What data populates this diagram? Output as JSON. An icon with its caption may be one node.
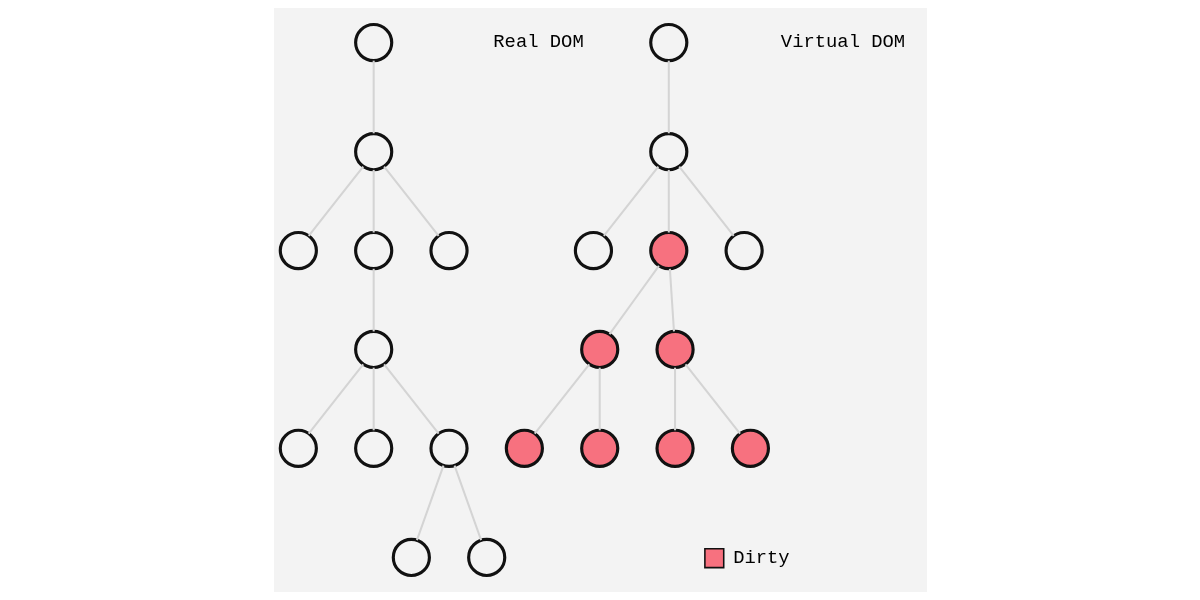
{
  "diagram": {
    "nodes": [
      {
        "text": [],
        "shape": "circle"
      },
      {
        "text": [],
        "shape": "circle"
      },
      {
        "text": [],
        "shape": "circle"
      },
      {
        "text": [],
        "shape": "circle"
      },
      {
        "text": [],
        "shape": "circle"
      },
      {
        "text": [],
        "shape": "circle"
      },
      {
        "text": [],
        "shape": "circle"
      },
      {
        "text": [],
        "shape": "circle"
      },
      {
        "text": [],
        "shape": "circle"
      },
      {
        "text": [],
        "shape": "circle"
      },
      {
        "text": [],
        "shape": "circle"
      },
      {
        "text": [],
        "shape": "circle"
      },
      {
        "text": [],
        "shape": "circle"
      },
      {
        "text": [],
        "shape": "circle"
      },
      {
        "text": [],
        "shape": "circle"
      },
      {
        "text": [],
        "shape": "circle"
      },
      {
        "text": [],
        "shape": "circle"
      },
      {
        "text": [],
        "shape": "circle"
      },
      {
        "text": [],
        "shape": "circle"
      },
      {
        "text": [],
        "shape": "circle"
      },
      {
        "text": [],
        "shape": "circle"
      },
      {
        "text": [],
        "shape": "circle"
      }
    ],
    "edges": [
      {
        "from": 0,
        "to": 1,
        "arrow": "none"
      },
      {
        "from": 1,
        "to": 2,
        "arrow": "none"
      },
      {
        "from": 1,
        "to": 3,
        "arrow": "none"
      },
      {
        "from": 1,
        "to": 4,
        "arrow": "none"
      },
      {
        "from": 3,
        "to": 5,
        "arrow": "none"
      },
      {
        "from": 5,
        "to": 6,
        "arrow": "none"
      },
      {
        "from": 5,
        "to": 7,
        "arrow": "none"
      },
      {
        "from": 5,
        "to": 8,
        "arrow": "none"
      },
      {
        "from": 8,
        "to": 9,
        "arrow": "none"
      },
      {
        "from": 8,
        "to": 10,
        "arrow": "none"
      },
      {
        "from": 11,
        "to": 12,
        "arrow": "none"
      },
      {
        "from": 12,
        "to": 13,
        "arrow": "none"
      },
      {
        "from": 12,
        "to": 14,
        "arrow": "none"
      },
      {
        "from": 12,
        "to": 15,
        "arrow": "none"
      },
      {
        "from": 14,
        "to": 16,
        "arrow": "none"
      },
      {
        "from": 14,
        "to": 17,
        "arrow": "none"
      },
      {
        "from": 16,
        "to": 18,
        "arrow": "none"
      },
      {
        "from": 16,
        "to": 19,
        "arrow": "none"
      },
      {
        "from": 17,
        "to": 20,
        "arrow": "none"
      },
      {
        "from": 17,
        "to": 21,
        "arrow": "none"
      }
    ],
    "labels": [
      "Real DOM",
      "Virtual DOM"
    ],
    "legend": [
      {
        "text": "Dirty",
        "color": "#f7717f"
      }
    ]
  }
}
